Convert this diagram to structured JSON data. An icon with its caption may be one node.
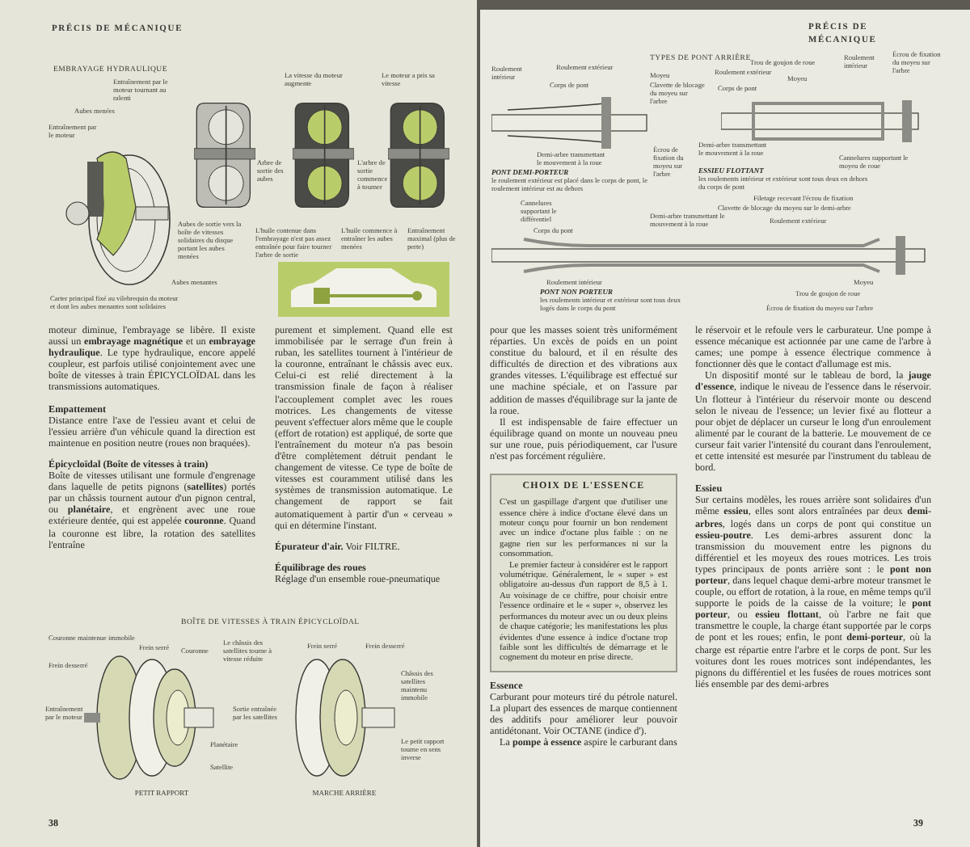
{
  "diagram": {
    "labels": [
      "PRÉCIS DE MÉCANIQUE",
      "EMBRAYAGE HYDRAULIQUE",
      "Entraînement par le moteur tournant au ralenti",
      "Aubes menées",
      "Entraînement par le moteur",
      "La vitesse du moteur augmente",
      "Le moteur a pris sa vitesse",
      "Arbre de sortie des aubes",
      "L'arbre de sortie commence à tourner",
      "Aubes de sortie vers la boîte de vitesses solidaires du disque portant les aubes menées",
      "L'huile contenue dans l'embrayage n'est pas assez entraînée pour faire tourner l'arbre de sortie",
      "L'huile commence à entraîner les aubes menées",
      "Entraînement maximal (plus de perte)",
      "Aubes menantes",
      "Carter principal fixé au vilebrequin du moteur et dont les aubes menantes sont solidaires",
      "moteur diminue, l'embrayage se libère. Il existe aussi un **embrayage magnétique** et un **embrayage hydraulique**. Le type hydraulique, encore appelé coupleur, est parfois utilisé conjointement avec une boîte de vitesses à train ÉPICYCLOÏDAL dans les transmissions automatiques.",
      "Empattement",
      "Distance entre l'axe de l'essieu avant et celui de l'essieu arrière d'un véhicule quand la direction est maintenue en position neutre (roues non braquées).",
      "**Épicycloïdal** (Boîte de vitesses à train)",
      "Boîte de vitesses utilisant une formule d'engrenage dans laquelle de petits pignons (**satellites**) portés par un châssis tournent autour d'un pignon central, ou **planétaire**, et engrènent avec une roue extérieure dentée, qui est appelée **couronne**. Quand la couronne est libre, la rotation des satellites l'entraîne",
      "purement et simplement. Quand elle est immobilisée par le serrage d'un frein à ruban, les satellites tournent à l'intérieur de la couronne, entraînant le châssis avec eux. Celui-ci est relié directement à la transmission finale de façon à réaliser l'accouplement complet avec les roues motrices. Les changements de vitesse peuvent s'effectuer alors même que le couple (effort de rotation) est appliqué, de sorte que l'entraînement du moteur n'a pas besoin d'être complètement détruit pendant le changement de vitesse. Ce type de boîte de vitesses est couramment utilisé dans les systèmes de transmission automatique. Le changement de rapport se fait automatiquement à partir d'un « cerveau » qui en détermine l'instant.",
      "**Épurateur d'air.** Voir FILTRE.",
      "Équilibrage des roues",
      "Réglage d'un ensemble roue-pneumatique",
      "BOÎTE DE VITESSES À TRAIN ÉPICYCLOÏDAL",
      "Couronne maintenue immobile",
      "Frein serré",
      "Frein desserré",
      "Couronne",
      "Le châssis des satellites tourne à vitesse réduite",
      "Entraînement par le moteur",
      "Sortie entraînée par les satellites",
      "Planétaire",
      "Satellite",
      "PETIT RAPPORT",
      "Frein serré",
      "Frein desserré",
      "Châssis des satellites maintenu immobile",
      "Le petit rapport tourne en sens inverse",
      "MARCHE ARRIÈRE",
      "38",
      "PRÉCIS DE MÉCANIQUE",
      "TYPES DE PONT ARRIÈRE",
      "Roulement intérieur",
      "Roulement extérieur",
      "Corps de pont",
      "Moyeu",
      "Clavette de blocage du moyeu sur l'arbre",
      "Demi-arbre transmettant le mouvement à la roue",
      "Écrou de fixation du moyeu sur l'arbre",
      "PONT DEMI-PORTEUR",
      "le roulement extérieur est placé dans le corps de pont, le roulement intérieur est au dehors",
      "Trou de goujon de roue",
      "Roulement extérieur",
      "Moyeu",
      "Corps de pont",
      "Roulement intérieur",
      "Écrou de fixation du moyeu sur l'arbre",
      "Demi-arbre transmettant le mouvement à la roue",
      "Cannelures supportant le moyeu de roue",
      "ESSIEU FLOTTANT",
      "les roulements intérieur et extérieur sont tous deux en dehors du corps de pont",
      "Cannelures supportant le différentiel",
      "Corps du pont",
      "Demi-arbre transmettant le mouvement à la roue",
      "Filetage recevant l'écrou de fixation",
      "Clavette de blocage du moyeu sur le demi-arbre",
      "Roulement extérieur",
      "Roulement intérieur",
      "PONT NON PORTEUR",
      "les roulements intérieur et extérieur sont tous deux logés dans le corps du pont",
      "Moyeu",
      "Trou de goujon de roue",
      "Écrou de fixation du moyeu sur l'arbre",
      "pour que les masses soient très uniformément réparties. Un excès de poids en un point constitue du balourd, et il en résulte des difficultés de direction et des vibrations aux grandes vitesses. L'équilibrage est effectué sur une machine spéciale, et on l'assure par addition de masses d'équilibrage sur la jante de la roue.",
      "Il est indispensable de faire effectuer un équilibrage quand on monte un nouveau pneu sur une roue, puis périodiquement, car l'usure n'est pas forcément régulière.",
      "CHOIX DE L'ESSENCE",
      "C'est un gaspillage d'argent que d'utiliser une essence chère à indice d'octane élevé dans un moteur conçu pour fournir un bon rendement avec un indice d'octane plus faible : on ne gagne rien sur les performances ni sur la consommation.",
      "Le premier facteur à considérer est le rapport volumétrique. Généralement, le « super » est obligatoire au-dessus d'un rapport de 8,5 à 1. Au voisinage de ce chiffre, pour choisir entre l'essence ordinaire et le « super », observez les performances du moteur avec un ou deux pleins de chaque catégorie; les manifestations les plus évidentes d'une essence à indice d'octane trop faible sont les difficultés de démarrage et le cognement du moteur en prise directe.",
      "Essence",
      "Carburant pour moteurs tiré du pétrole naturel. La plupart des essences de marque contiennent des additifs pour améliorer leur pouvoir antidétonant. Voir OCTANE (indice d').",
      "La **pompe à essence** aspire le carburant dans",
      "le réservoir et le refoule vers le carburateur. Une pompe à essence mécanique est actionnée par une came de l'arbre à cames; une pompe à essence électrique commence à fonctionner dès que le contact d'allumage est mis.",
      "Un dispositif monté sur le tableau de bord, la **jauge d'essence**, indique le niveau de l'essence dans le réservoir. Un flotteur à l'intérieur du réservoir monte ou descend selon le niveau de l'essence; un levier fixé au flotteur a pour objet de déplacer un curseur le long d'un enroulement alimenté par le courant de la batterie. Le mouvement de ce curseur fait varier l'intensité du courant dans l'enroulement, et cette intensité est mesurée par l'instrument du tableau de bord.",
      "Essieu",
      "Sur certains modèles, les roues arrière sont solidaires d'un même **essieu**, elles sont alors entraînées par deux **demi-arbres**, logés dans un corps de pont qui constitue un **essieu-poutre**. Les demi-arbres assurent donc la transmission du mouvement entre les pignons du différentiel et les moyeux des roues motrices. Les trois types principaux de ponts arrière sont : le **pont non porteur**, dans lequel chaque demi-arbre moteur transmet le couple, ou effort de rotation, à la roue, en même temps qu'il supporte le poids de la caisse de la voiture; le **pont porteur**, ou **essieu flottant**, où l'arbre ne fait que transmettre le couple, la charge étant supportée par le corps de pont et les roues; enfin, le pont **demi-porteur**, où la charge est répartie entre l'arbre et le corps de pont. Sur les voitures dont les roues motrices sont indépendantes, les pignons du différentiel et les fusées de roues motrices sont liés ensemble par des demi-arbres",
      "39"
    ]
  }
}
